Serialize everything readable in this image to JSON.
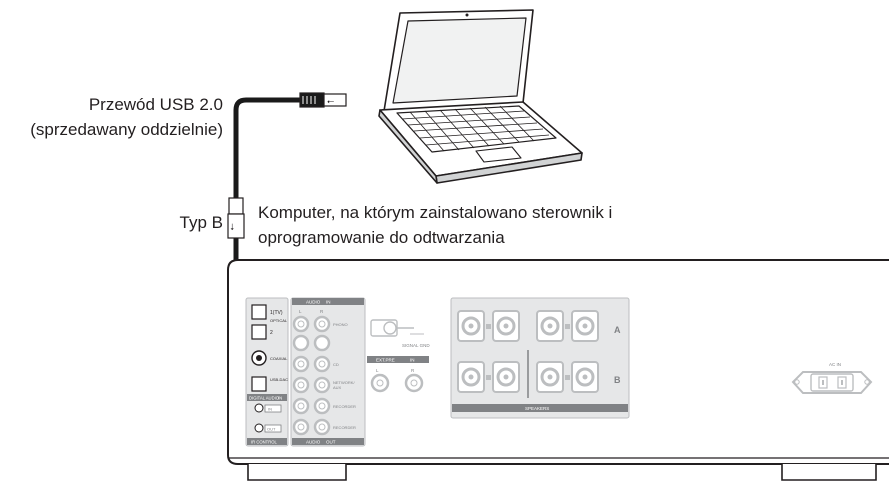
{
  "callouts": {
    "usb_cable": [
      "Przewód USB 2.0",
      "(sprzedawany oddzielnie)"
    ],
    "usb_type_b": "Typ B",
    "computer": [
      "Komputer, na którym zainstalowano sterownik i",
      "oprogramowanie do odtwarzania"
    ]
  },
  "panel": {
    "optical_1": "1(TV)",
    "optical_group": "OPTICAL",
    "optical_2": "2",
    "coaxial": "COAXIAL",
    "usb_dac": "USB-DAC",
    "digital_audio": "DIGITAL AUDIO",
    "digital_audio_dir": "IN",
    "ir_control": "IR CONTROL",
    "ir_in": "IN",
    "ir_out": "OUT",
    "audio_in_header": "AUDIO",
    "audio_in_dir": "IN",
    "left_mark": "L",
    "right_mark": "R",
    "phono": "PHONO",
    "cd": "CD",
    "network": "NETWORK/",
    "network_2": "AUX",
    "recorder_in": "RECORDER",
    "recorder_out": "RECORDER",
    "audio_out_header": "AUDIO",
    "audio_out_dir": "OUT",
    "signal_gnd": "SIGNAL GND",
    "ext_pre": "EXT.PRE",
    "ext_pre_dir": "IN",
    "speakers": "SPEAKERS",
    "speaker_a": "A",
    "speaker_b": "B",
    "ac_in": "AC IN"
  },
  "colors": {
    "cable": "#1a1a1a",
    "line": "#231f20",
    "panel_fill": "#e6e7e8",
    "panel_dark": "#808285",
    "highlight": "#bcbec0"
  }
}
